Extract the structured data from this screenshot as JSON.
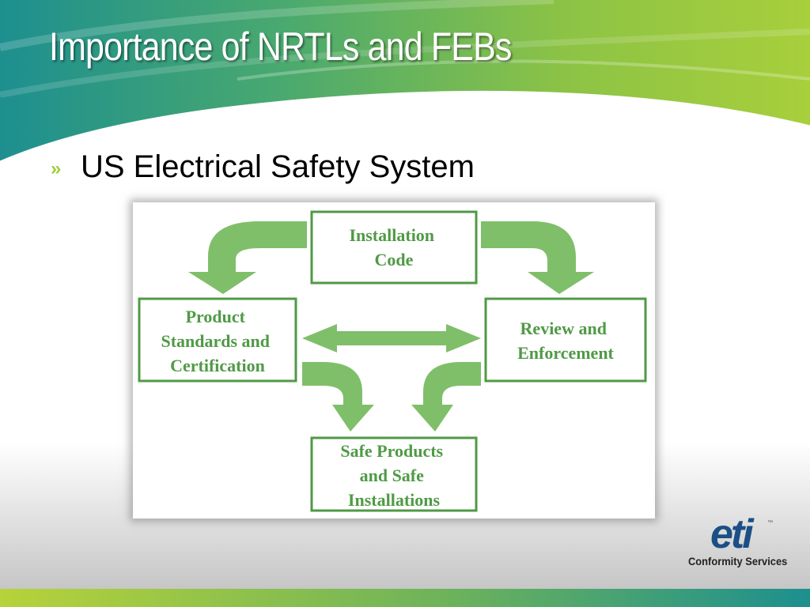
{
  "slide": {
    "title": "Importance of NRTLs and FEBs",
    "bullet_marker": "»",
    "bullet_text": "US Electrical Safety System"
  },
  "diagram": {
    "nodes": [
      {
        "id": "installation-code",
        "lines": [
          "Installation",
          "Code"
        ]
      },
      {
        "id": "product-standards",
        "lines": [
          "Product",
          "Standards and",
          "Certification"
        ]
      },
      {
        "id": "review-enforcement",
        "lines": [
          "Review and",
          "Enforcement"
        ]
      },
      {
        "id": "safe-products",
        "lines": [
          "Safe Products",
          "and Safe",
          "Installations"
        ]
      }
    ],
    "edges": [
      {
        "from": "installation-code",
        "to": "product-standards"
      },
      {
        "from": "installation-code",
        "to": "review-enforcement"
      },
      {
        "from": "product-standards",
        "to": "review-enforcement",
        "bidirectional": true
      },
      {
        "from": "product-standards",
        "to": "safe-products"
      },
      {
        "from": "review-enforcement",
        "to": "safe-products"
      }
    ]
  },
  "logo": {
    "mark": "eti",
    "trademark": "™",
    "subtitle": "Conformity Services"
  },
  "colors": {
    "box_border": "#4f9a45",
    "box_text": "#4f9a45",
    "arrow_fill": "#7fbf6a",
    "banner_teal": "#1d8f8f",
    "banner_green": "#9cc93e",
    "logo_blue": "#1b4f86"
  }
}
